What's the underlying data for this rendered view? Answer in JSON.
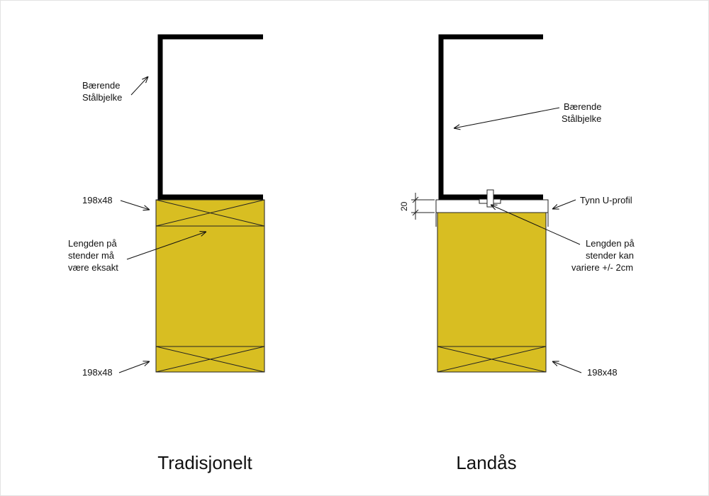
{
  "colors": {
    "wood": "#d8be22",
    "steel": "#000000",
    "outline": "#222222",
    "uprofile": "#ffffff"
  },
  "left_diagram": {
    "caption": "Tradisjonelt",
    "beam_label": [
      "Bærende",
      "Stålbjelke"
    ],
    "top_plate_label": "198x48",
    "stud_label": [
      "Lengden på",
      "stender må",
      "være eksakt"
    ],
    "bottom_plate_label": "198x48"
  },
  "right_diagram": {
    "caption": "Landås",
    "beam_label": [
      "Bærende",
      "Stålbjelke"
    ],
    "profile_label": "Tynn U-profil",
    "stud_label": [
      "Lengden på",
      "stender kan",
      "variere +/- 2cm"
    ],
    "bottom_plate_label": "198x48",
    "gap_dimension": "20"
  }
}
